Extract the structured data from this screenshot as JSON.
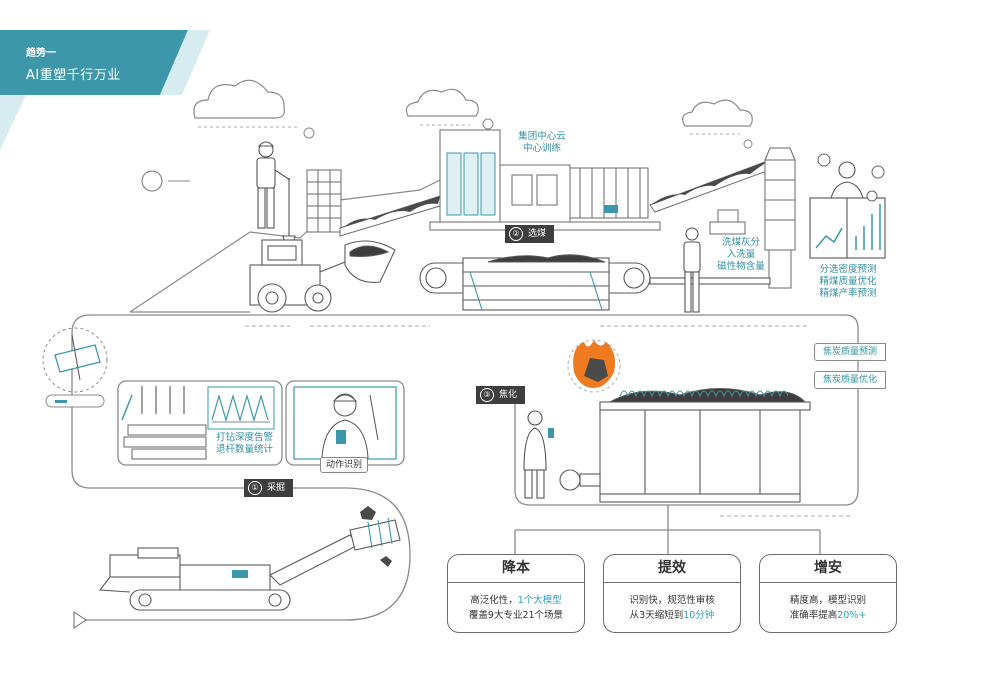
{
  "banner": {
    "trend_label": "趋势一",
    "title": "AI重塑千行万业",
    "color": "#2f8fa3"
  },
  "cloud_center": {
    "line1": "集团中心云",
    "line2": "中心训练"
  },
  "washing": {
    "lines": [
      "洗煤灰分",
      "入洗量",
      "磁性物含量"
    ]
  },
  "analyst": {
    "lines": [
      "分选密度预测",
      "精煤质量优化",
      "精煤产率预测"
    ]
  },
  "steps": [
    {
      "num": "②",
      "label": "选煤"
    },
    {
      "num": "③",
      "label": "焦化"
    },
    {
      "num": "①",
      "label": "采掘"
    }
  ],
  "mining": {
    "drill_lines": [
      "打钻深度告警",
      "退杆数量统计"
    ],
    "action_label": "动作识别"
  },
  "coking": {
    "tags": [
      "焦炭质量预测",
      "焦炭质量优化"
    ]
  },
  "benefits": [
    {
      "title": "降本",
      "line1_pre": "高泛化性，",
      "line1_hl": "1个大模型",
      "line1_post": "",
      "line2_pre": "覆盖9大专业21个场景",
      "line2_hl": "",
      "line2_post": ""
    },
    {
      "title": "提效",
      "line1_pre": "识别快，规范性审核",
      "line1_hl": "",
      "line1_post": "",
      "line2_pre": "从3天缩短到",
      "line2_hl": "10分钟",
      "line2_post": ""
    },
    {
      "title": "增安",
      "line1_pre": "精度高，模型识别",
      "line1_hl": "",
      "line1_post": "",
      "line2_pre": "准确率提高",
      "line2_hl": "20%+",
      "line2_post": ""
    }
  ],
  "colors": {
    "accent": "#2f8fa3",
    "line": "#8a8a8a",
    "dark": "#3e3e3e",
    "flame": "#f07a1f"
  }
}
